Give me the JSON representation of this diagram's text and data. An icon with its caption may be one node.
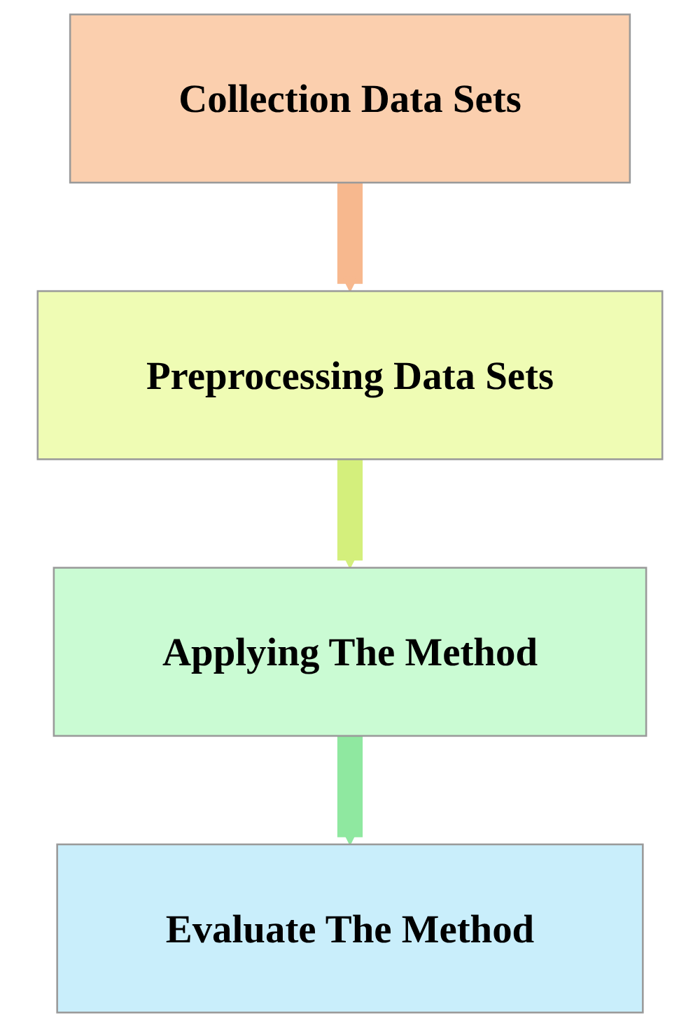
{
  "diagram": {
    "nodes": [
      {
        "text": [
          "Collection Data Sets"
        ]
      },
      {
        "text": [
          "Preprocessing Data Sets"
        ]
      },
      {
        "text": [
          "Applying The Method"
        ]
      },
      {
        "text": [
          "Evaluate The Method"
        ]
      }
    ],
    "edges": [
      {
        "from": 0,
        "to": 1,
        "arrow": "to",
        "color": "#f7b88e"
      },
      {
        "from": 1,
        "to": 2,
        "arrow": "to",
        "color": "#d4ef7c"
      },
      {
        "from": 2,
        "to": 3,
        "arrow": "to",
        "color": "#8fe8a0"
      }
    ]
  }
}
